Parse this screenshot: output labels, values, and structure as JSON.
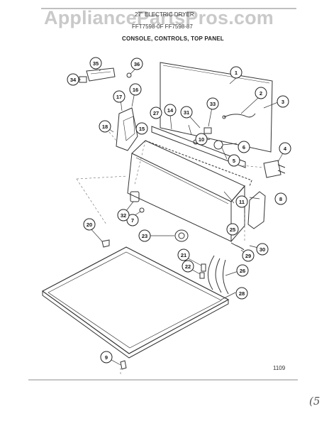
{
  "header": {
    "watermark": "AppliancePartsPros.com",
    "title_line1": "27\" ELECTRIC DRYER",
    "title_line2": "FFT7598-0F    FF7598-87",
    "section": "CONSOLE, CONTROLS, TOP PANEL"
  },
  "callouts": [
    "1",
    "2",
    "3",
    "4",
    "5",
    "6",
    "7",
    "8",
    "9",
    "10",
    "11",
    "14",
    "15",
    "16",
    "17",
    "18",
    "20",
    "21",
    "22",
    "23",
    "25",
    "26",
    "27",
    "28",
    "29",
    "30",
    "31",
    "32",
    "33",
    "34",
    "35",
    "36"
  ],
  "footer": {
    "page_code": "1109",
    "handwritten": "(5"
  }
}
